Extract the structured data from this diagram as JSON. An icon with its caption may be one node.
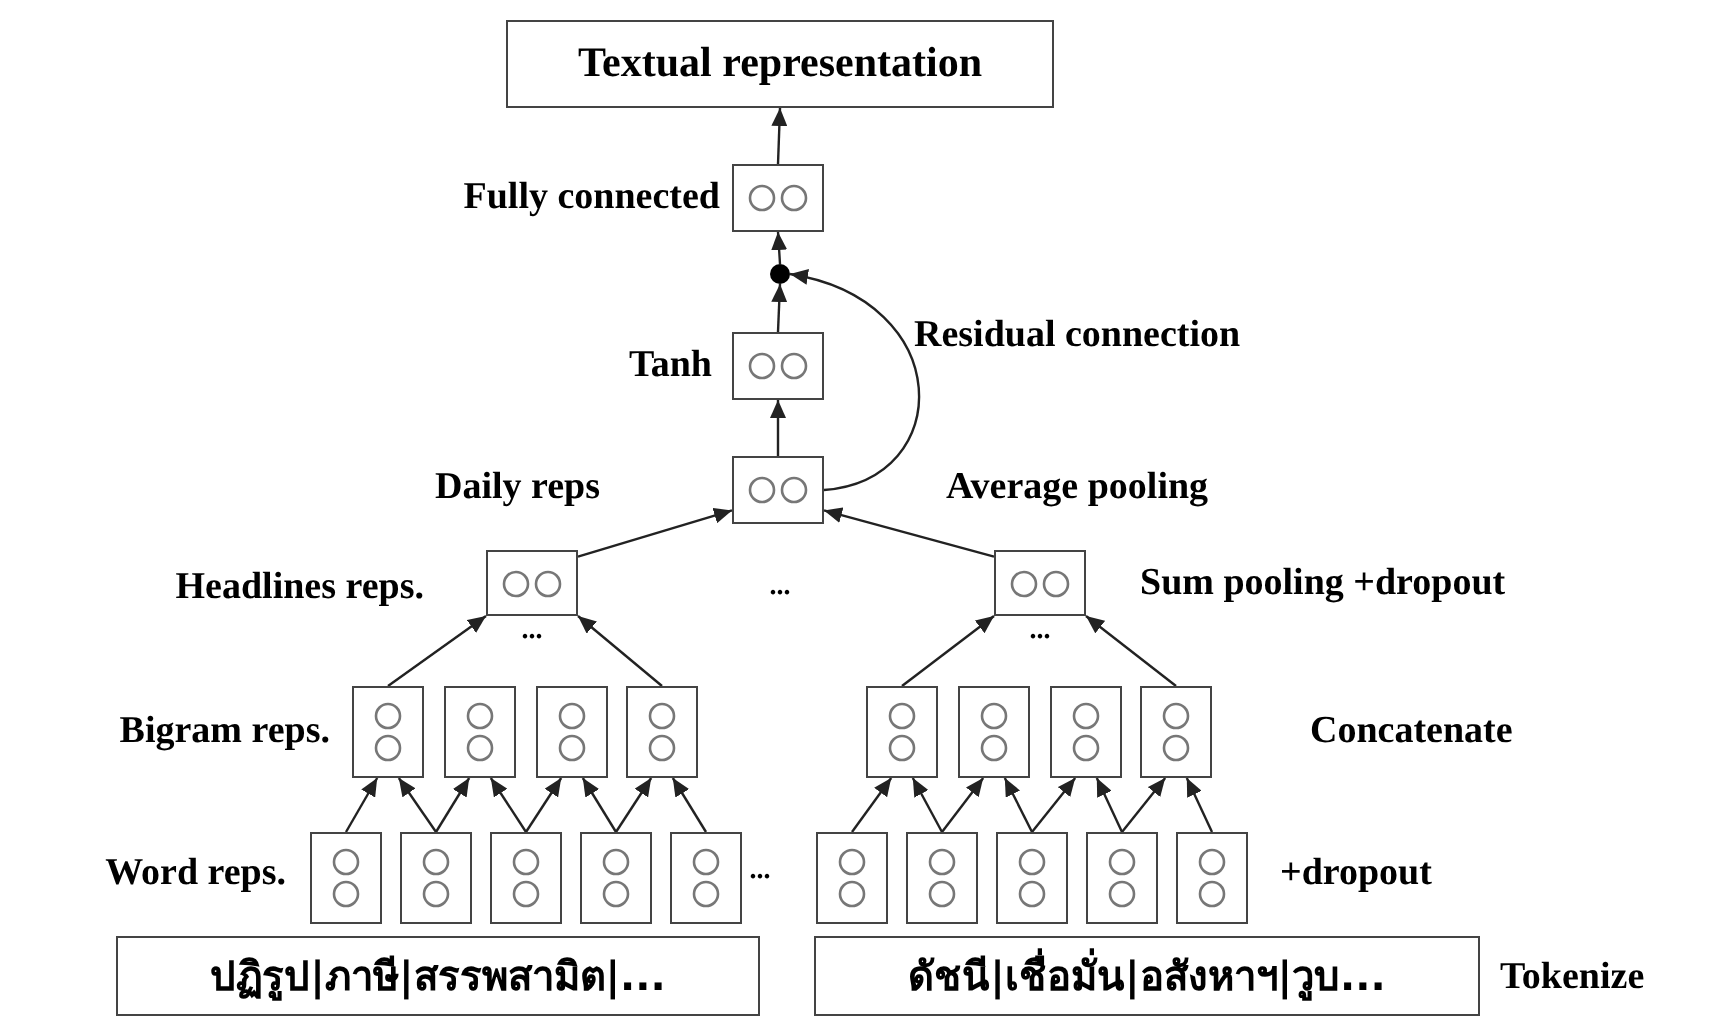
{
  "diagram": {
    "nodes": [
      {
        "text": [
          "Textual representation"
        ]
      },
      {
        "text": [],
        "shape": "box",
        "beside": [
          "Fully connected"
        ]
      },
      {
        "text": [],
        "shape": "circle"
      },
      {
        "text": [],
        "shape": "box",
        "beside": [
          "Tanh"
        ]
      },
      {
        "text": [],
        "shape": "box"
      },
      {
        "text": [],
        "shape": "box",
        "beside": [
          "Headlines reps."
        ]
      },
      {
        "text": [],
        "shape": "box",
        "beside": [
          "Sum pooling +dropout"
        ]
      },
      {
        "text": [],
        "shape": "box",
        "beside": [
          "Bigram reps."
        ]
      },
      {
        "text": [],
        "shape": "box"
      },
      {
        "text": [],
        "shape": "box"
      },
      {
        "text": [],
        "shape": "box"
      },
      {
        "text": [],
        "shape": "box"
      },
      {
        "text": [],
        "shape": "box"
      },
      {
        "text": [],
        "shape": "box"
      },
      {
        "text": [],
        "shape": "box",
        "beside": [
          "Concatenate"
        ]
      },
      {
        "text": [],
        "shape": "box",
        "beside": [
          "Word reps."
        ]
      },
      {
        "text": [],
        "shape": "box"
      },
      {
        "text": [],
        "shape": "box"
      },
      {
        "text": [],
        "shape": "box"
      },
      {
        "text": [],
        "shape": "box"
      },
      {
        "text": [],
        "shape": "box"
      },
      {
        "text": [],
        "shape": "box"
      },
      {
        "text": [],
        "shape": "box"
      },
      {
        "text": [],
        "shape": "box"
      },
      {
        "text": [],
        "shape": "box",
        "beside": [
          "+dropout"
        ]
      },
      {
        "text": [
          "ปฏิรูป|ภาษี|สรรพสามิต|..."
        ]
      },
      {
        "text": [
          "ดัชนี|เชื่อมั่น|อสังหาฯ|วูบ..."
        ],
        "beside": [
          "Tokenize"
        ]
      }
    ],
    "edges": [
      {
        "from": 1,
        "to": 0,
        "arrow": "to"
      },
      {
        "from": 2,
        "to": 1,
        "arrow": "to"
      },
      {
        "from": 3,
        "to": 2,
        "arrow": "to"
      },
      {
        "from": 4,
        "to": 3,
        "arrow": "to"
      },
      {
        "from": 4,
        "to": 2,
        "arrow": "to",
        "label": "Residual connection"
      },
      {
        "from": 5,
        "to": 4,
        "arrow": "to"
      },
      {
        "from": 6,
        "to": 4,
        "arrow": "to"
      },
      {
        "from": 7,
        "to": 5,
        "arrow": "to"
      },
      {
        "from": 10,
        "to": 5,
        "arrow": "to"
      },
      {
        "from": 11,
        "to": 6,
        "arrow": "to"
      },
      {
        "from": 14,
        "to": 6,
        "arrow": "to"
      },
      {
        "from": 15,
        "to": 7,
        "arrow": "to"
      },
      {
        "from": 16,
        "to": 7,
        "arrow": "to"
      },
      {
        "from": 16,
        "to": 8,
        "arrow": "to"
      },
      {
        "from": 17,
        "to": 8,
        "arrow": "to"
      },
      {
        "from": 17,
        "to": 9,
        "arrow": "to"
      },
      {
        "from": 18,
        "to": 9,
        "arrow": "to"
      },
      {
        "from": 18,
        "to": 10,
        "arrow": "to"
      },
      {
        "from": 19,
        "to": 10,
        "arrow": "to"
      },
      {
        "from": 20,
        "to": 11,
        "arrow": "to"
      },
      {
        "from": 21,
        "to": 11,
        "arrow": "to"
      },
      {
        "from": 21,
        "to": 12,
        "arrow": "to"
      },
      {
        "from": 22,
        "to": 12,
        "arrow": "to"
      },
      {
        "from": 22,
        "to": 13,
        "arrow": "to"
      },
      {
        "from": 23,
        "to": 13,
        "arrow": "to"
      },
      {
        "from": 23,
        "to": 14,
        "arrow": "to"
      },
      {
        "from": 24,
        "to": 14,
        "arrow": "to"
      }
    ],
    "labels": [
      "Daily reps",
      "Average pooling",
      "...",
      "...",
      "...",
      "..."
    ]
  }
}
